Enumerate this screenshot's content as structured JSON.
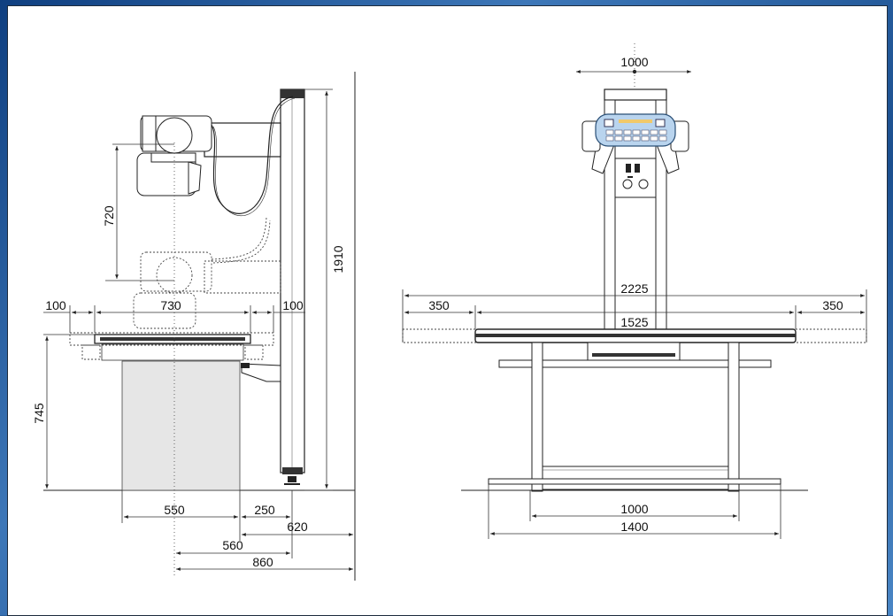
{
  "side_view": {
    "dims": {
      "d720": "720",
      "d1910": "1910",
      "d100_left": "100",
      "d730": "730",
      "d100_right": "100",
      "d745": "745",
      "d550": "550",
      "d250": "250",
      "d620": "620",
      "d560": "560",
      "d860": "860"
    }
  },
  "front_view": {
    "dims": {
      "d1000_top": "1000",
      "d2225": "2225",
      "d350_left": "350",
      "d350_right": "350",
      "d1525": "1525",
      "d1000_bottom": "1000",
      "d1400": "1400"
    }
  },
  "colors": {
    "frame": "#2a5d9a",
    "table_base": "#e6e6e6",
    "panel_blue": "#b9d4ee"
  }
}
